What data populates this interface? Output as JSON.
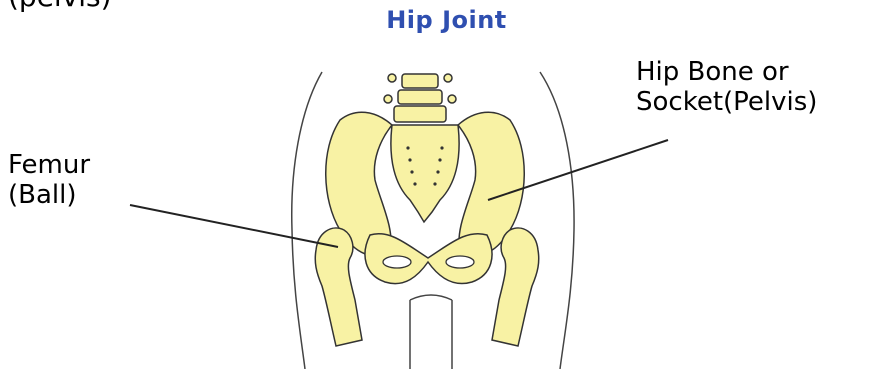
{
  "diagram": {
    "title": "Hip Joint",
    "clipped_top_text": "(pelvis)",
    "labels": {
      "femur_line1": "Femur",
      "femur_line2": "(Ball)",
      "hipbone_line1": "Hip Bone or",
      "hipbone_line2": "Socket(Pelvis)"
    },
    "colors": {
      "bone_fill": "#f8f2a4",
      "outline": "#333333",
      "title": "#2f4fb0"
    }
  }
}
